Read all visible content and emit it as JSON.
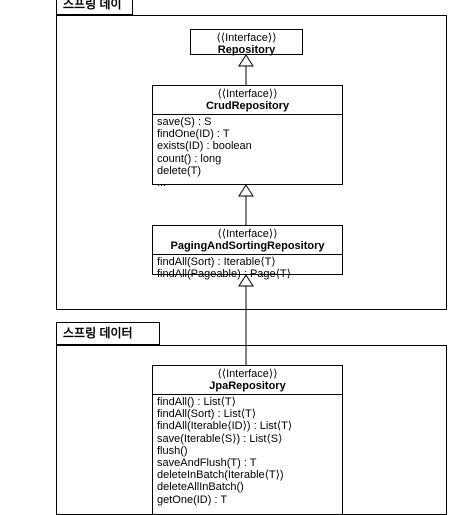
{
  "packages": {
    "spring_data": {
      "label": "스프링 데이터"
    },
    "spring_data_jpa": {
      "label": "스프링 데이터 JPA"
    }
  },
  "classes": {
    "repository": {
      "stereotype": "⟨⟨Interface⟩⟩",
      "name": "Repository",
      "members": []
    },
    "crud": {
      "stereotype": "⟨⟨Interface⟩⟩",
      "name": "CrudRepository",
      "members": [
        "save(S) : S",
        "findOne(ID) : T",
        "exists(ID) : boolean",
        "count() : long",
        "delete(T)",
        "..."
      ]
    },
    "paging": {
      "stereotype": "⟨⟨Interface⟩⟩",
      "name": "PagingAndSortingRepository",
      "members": [
        "findAll(Sort) : Iterable⟨T⟩",
        "findAll(Pageable) : Page⟨T⟩"
      ]
    },
    "jpa": {
      "stereotype": "⟨⟨Interface⟩⟩",
      "name": "JpaRepository",
      "members": [
        "findAll() : List⟨T⟩",
        "findAll(Sort) : List⟨T⟩",
        "findAll(Iterable⟨ID⟩) : List⟨T⟩",
        "save(Iterable⟨S⟩) : List⟨S⟩",
        "flush()",
        "saveAndFlush(T) : T",
        "deleteInBatch(Iterable⟨T⟩)",
        "deleteAllInBatch()",
        "getOne(ID) : T"
      ]
    }
  }
}
